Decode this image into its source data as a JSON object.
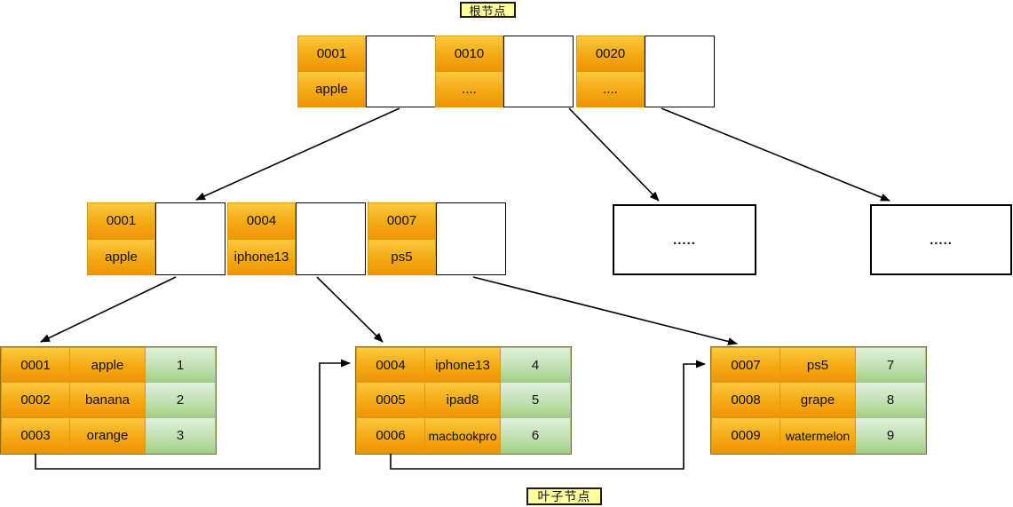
{
  "labels": {
    "root_label": "根节点",
    "leaf_label": "叶子节点"
  },
  "root_node": {
    "entries": [
      {
        "key": "0001",
        "value": "apple"
      },
      {
        "key": "0010",
        "value": "...."
      },
      {
        "key": "0020",
        "value": "...."
      }
    ]
  },
  "internal_node": {
    "entries": [
      {
        "key": "0001",
        "value": "apple"
      },
      {
        "key": "0004",
        "value": "iphone13"
      },
      {
        "key": "0007",
        "value": "ps5"
      }
    ]
  },
  "ellipsis_nodes": [
    {
      "text": "....."
    },
    {
      "text": "....."
    }
  ],
  "leaf_nodes": [
    {
      "rows": [
        {
          "id": "0001",
          "name": "apple",
          "num": "1"
        },
        {
          "id": "0002",
          "name": "banana",
          "num": "2"
        },
        {
          "id": "0003",
          "name": "orange",
          "num": "3"
        }
      ]
    },
    {
      "rows": [
        {
          "id": "0004",
          "name": "iphone13",
          "num": "4"
        },
        {
          "id": "0005",
          "name": "ipad8",
          "num": "5"
        },
        {
          "id": "0006",
          "name": "macbookpro",
          "num": "6"
        }
      ]
    },
    {
      "rows": [
        {
          "id": "0007",
          "name": "ps5",
          "num": "7"
        },
        {
          "id": "0008",
          "name": "grape",
          "num": "8"
        },
        {
          "id": "0009",
          "name": "watermelon",
          "num": "9"
        }
      ]
    }
  ],
  "colors": {
    "cell_orange_top": "#FBC93F",
    "cell_orange_bottom": "#EF9309",
    "cell_green_top": "#DFF0DC",
    "cell_green_bottom": "#A2CF87",
    "label_bg": "#FFFF9C",
    "arrow": "#000000"
  }
}
